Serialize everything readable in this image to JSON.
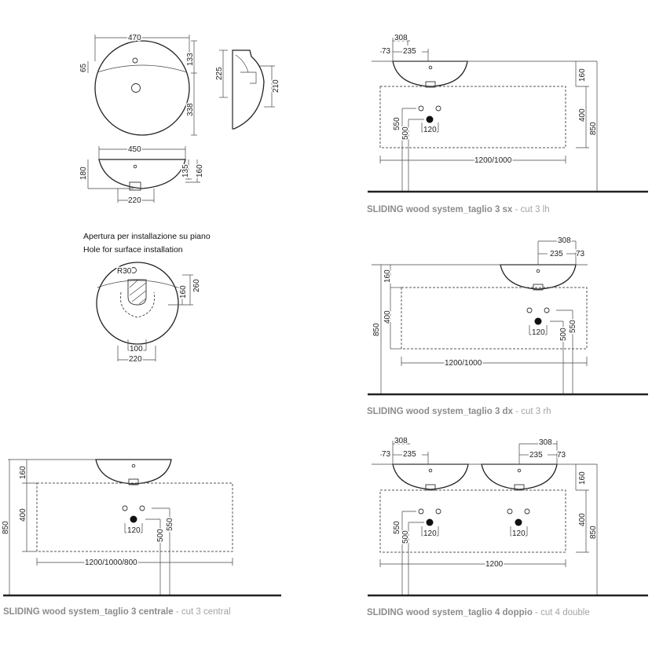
{
  "top_views": {
    "plan_width": "470",
    "plan_hole_offset": "65",
    "plan_top_depth": "133",
    "plan_bottom_depth": "338",
    "side_height": "225",
    "side_depth": "210",
    "front_width": "450",
    "front_height": "180",
    "front_inner": "135",
    "front_outer": "160",
    "front_drain": "220"
  },
  "hole": {
    "note_it": "Apertura per installazione su piano",
    "note_en": "Hole for surface installation",
    "radius": "R30",
    "dim_160": "160",
    "dim_260": "260",
    "dim_100": "100",
    "dim_220": "220"
  },
  "cut_sx": {
    "caption_bold": "SLIDING wood system",
    "caption_rest": "_taglio 3 sx",
    "caption_light": " - cut 3 lh",
    "d308": "308",
    "d73": "73",
    "d235": "235",
    "d160": "160",
    "d400": "400",
    "d850": "850",
    "d550": "550",
    "d500": "500",
    "d120": "120",
    "d_width": "1200/1000"
  },
  "cut_dx": {
    "caption_bold": "SLIDING wood system",
    "caption_rest": "_taglio 3 dx",
    "caption_light": " - cut 3 rh",
    "d308": "308",
    "d73": "73",
    "d235": "235",
    "d160": "160",
    "d400": "400",
    "d850": "850",
    "d550": "550",
    "d500": "500",
    "d120": "120",
    "d_width": "1200/1000"
  },
  "cut_central": {
    "caption_bold": "SLIDING wood system",
    "caption_rest": "_taglio 3 centrale",
    "caption_light": " - cut 3 central",
    "d160": "160",
    "d400": "400",
    "d850": "850",
    "d550": "550",
    "d500": "500",
    "d120": "120",
    "d_width": "1200/1000/800"
  },
  "cut_double": {
    "caption_bold": "SLIDING wood system",
    "caption_rest": "_taglio 4 doppio",
    "caption_light": " - cut 4 double",
    "d308_left": "308",
    "d73_left": "73",
    "d235_left": "235",
    "d308_right": "308",
    "d73_right": "73",
    "d235_right": "235",
    "d160": "160",
    "d400": "400",
    "d850": "850",
    "d550": "550",
    "d500": "500",
    "d120_left": "120",
    "d120_right": "120",
    "d_width": "1200"
  }
}
